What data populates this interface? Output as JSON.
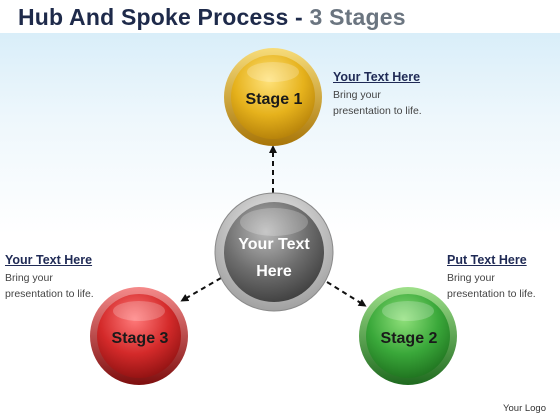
{
  "title": {
    "main": "Hub And Spoke Process",
    "separator": " - ",
    "accent": "3 Stages"
  },
  "hub": {
    "line1": "Your Text",
    "line2": "Here",
    "color": "#7f7f7f"
  },
  "stages": [
    {
      "label": "Stage 1",
      "color": "#e3b21b"
    },
    {
      "label": "Stage 2",
      "color": "#3aa83a"
    },
    {
      "label": "Stage 3",
      "color": "#d42a2a"
    }
  ],
  "callouts": [
    {
      "heading": "Your Text Here",
      "line1": "Bring your",
      "line2": "presentation to life."
    },
    {
      "heading": "Put Text Here",
      "line1": "Bring your",
      "line2": "presentation to life."
    },
    {
      "heading": "Your Text Here",
      "line1": "Bring your",
      "line2": "presentation to life."
    }
  ],
  "footer": {
    "logo": "Your Logo"
  }
}
